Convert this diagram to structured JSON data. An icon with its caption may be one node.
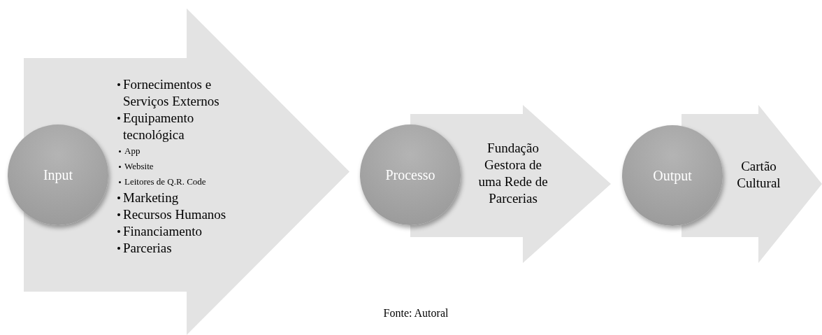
{
  "diagram": {
    "caption": "Fonte: Autoral",
    "nodes": [
      {
        "text": [
          "Input"
        ]
      },
      {
        "text": [
          "Fornecimentos e Serviços Externos",
          "Equipamento tecnológica",
          "App",
          "Website",
          "Leitores de Q.R. Code",
          "Marketing",
          "Recursos Humanos",
          "Financiamento",
          "Parcerias"
        ]
      },
      {
        "text": [
          "Processo"
        ]
      },
      {
        "text": [
          "Fundação Gestora de uma Rede de Parcerias"
        ]
      },
      {
        "text": [
          "Output"
        ]
      },
      {
        "text": [
          "Cartão Cultural"
        ]
      }
    ]
  }
}
